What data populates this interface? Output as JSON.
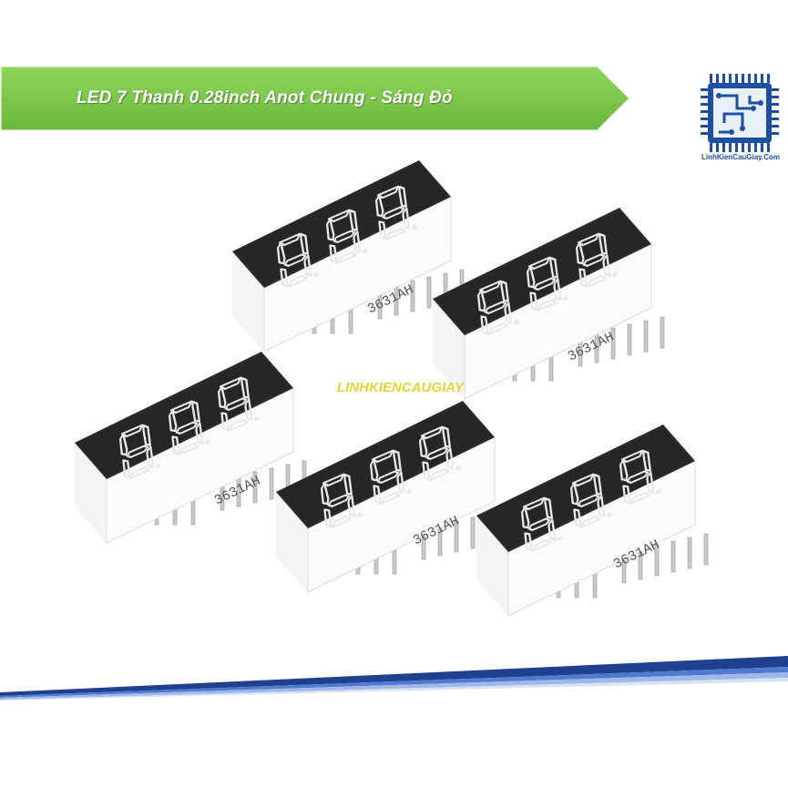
{
  "banner": {
    "title": "LED 7 Thanh 0.28inch Anot Chung - Sáng Đỏ",
    "color": "#7cc84a"
  },
  "logo": {
    "name": "chip-logo-icon",
    "caption": "LinhKienCauGiay.Com",
    "color": "#1f4fa3"
  },
  "watermark": {
    "text": "LINHKIENCAUGIAY",
    "color": "#e8d23a"
  },
  "product": {
    "part_label": "3631AH",
    "count": 5,
    "body_color": "#2a2a2a",
    "case_color": "#f2f2f0"
  },
  "footer": {
    "accent_color": "#1f3f8f"
  }
}
